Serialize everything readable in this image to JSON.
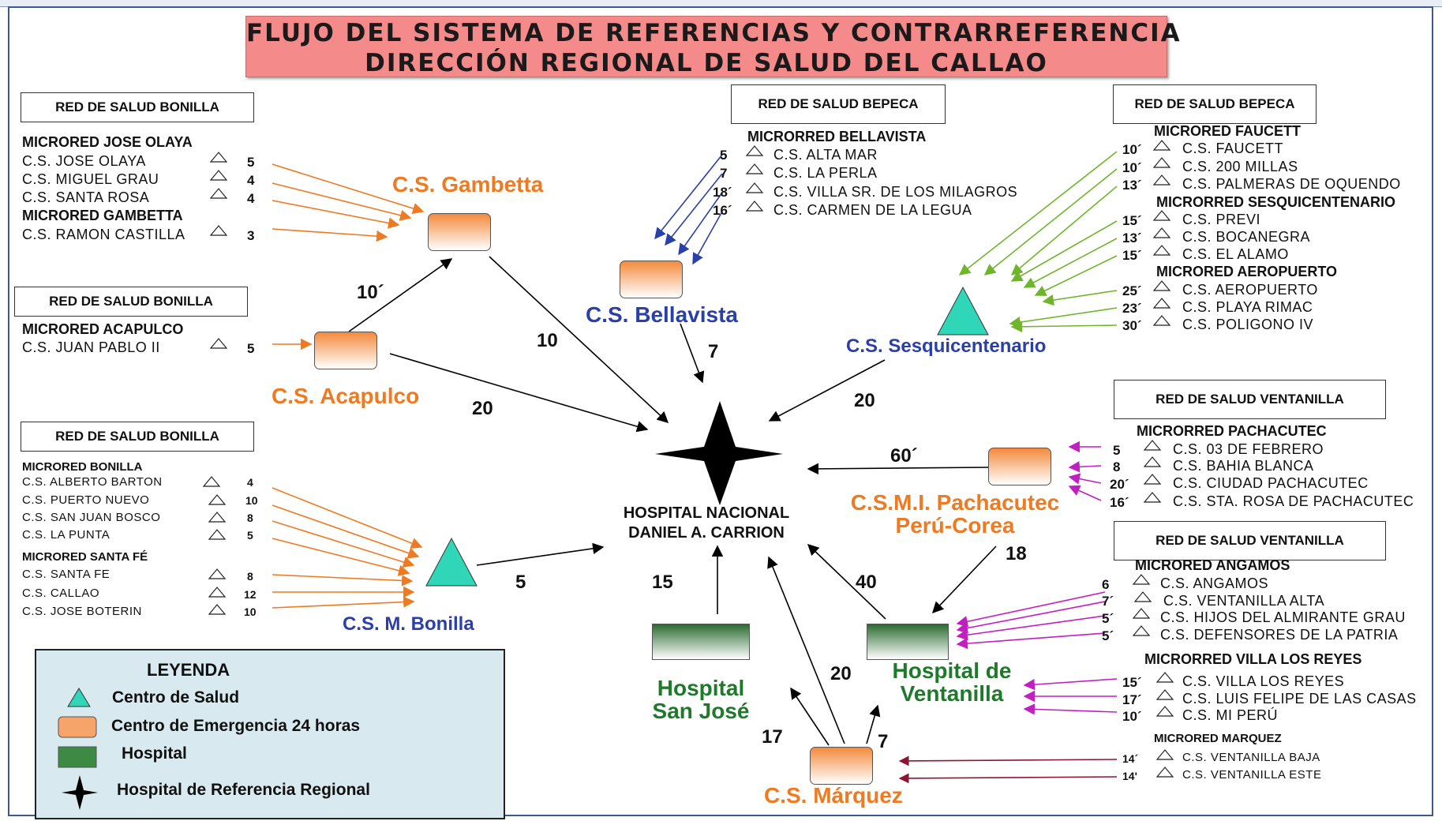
{
  "title": {
    "line1": "FLUJO DEL SISTEMA DE REFERENCIAS Y CONTRARREFERENCIA",
    "line2": "DIRECCIÓN REGIONAL DE SALUD DEL CALLAO"
  },
  "hub": {
    "line1": "HOSPITAL  NACIONAL",
    "line2": "DANIEL  A. CARRION"
  },
  "networks": [
    {
      "label": "RED DE SALUD BONILLA",
      "microredes": [
        {
          "name": "MICRORED JOSE OLAYA",
          "centers": [
            {
              "name": "C.S. JOSE OLAYA",
              "time": "5"
            },
            {
              "name": "C.S. MIGUEL GRAU",
              "time": "4"
            },
            {
              "name": "C.S. SANTA ROSA",
              "time": "4"
            }
          ]
        },
        {
          "name": "MICRORED GAMBETTA",
          "centers": [
            {
              "name": "C.S. RAMON CASTILLA",
              "time": "3"
            }
          ]
        }
      ]
    },
    {
      "label": "RED DE SALUD BONILLA",
      "microredes": [
        {
          "name": "MICRORED ACAPULCO",
          "centers": [
            {
              "name": "C.S. JUAN PABLO II",
              "time": "5"
            }
          ]
        }
      ]
    },
    {
      "label": "RED DE SALUD BONILLA",
      "microredes": [
        {
          "name": "MICRORED  BONILLA",
          "centers": [
            {
              "name": "C.S. ALBERTO BARTON",
              "time": "4"
            },
            {
              "name": "C.S. PUERTO NUEVO",
              "time": "10"
            },
            {
              "name": "C.S. SAN JUAN BOSCO",
              "time": "8"
            },
            {
              "name": "C.S. LA PUNTA",
              "time": "5"
            }
          ]
        },
        {
          "name": "MICRORED  SANTA FÉ",
          "centers": [
            {
              "name": "C.S. SANTA FE",
              "time": "8"
            },
            {
              "name": "C.S. CALLAO",
              "time": "12"
            },
            {
              "name": "C.S. JOSE BOTERIN",
              "time": "10"
            }
          ]
        }
      ]
    },
    {
      "label": "RED DE SALUD BEPECA",
      "microredes": [
        {
          "name": "MICRORRED BELLAVISTA",
          "centers": [
            {
              "name": "C.S. ALTA MAR",
              "time": "5"
            },
            {
              "name": "C.S. LA PERLA",
              "time": "7"
            },
            {
              "name": "C.S. VILLA SR. DE LOS MILAGROS",
              "time": "18´"
            },
            {
              "name": "C.S. CARMEN DE LA LEGUA",
              "time": "16´"
            }
          ]
        }
      ]
    },
    {
      "label": "RED DE SALUD BEPECA",
      "microredes": [
        {
          "name": "MICRORED FAUCETT",
          "centers": [
            {
              "name": "C.S. FAUCETT",
              "time": "10´"
            },
            {
              "name": "C.S. 200 MILLAS",
              "time": "10´"
            },
            {
              "name": "C.S. PALMERAS DE OQUENDO",
              "time": "13´"
            }
          ]
        },
        {
          "name": "MICRORRED SESQUICENTENARIO",
          "centers": [
            {
              "name": "C.S. PREVI",
              "time": "15´"
            },
            {
              "name": "C.S. BOCANEGRA",
              "time": "13´"
            },
            {
              "name": "C.S. EL ALAMO",
              "time": "15´"
            }
          ]
        },
        {
          "name": "MICRORED AEROPUERTO",
          "centers": [
            {
              "name": "C.S. AEROPUERTO",
              "time": "25´"
            },
            {
              "name": "C.S. PLAYA RIMAC",
              "time": "23´"
            },
            {
              "name": "C.S. POLIGONO IV",
              "time": "30´"
            }
          ]
        }
      ]
    },
    {
      "label": "RED DE SALUD VENTANILLA",
      "microredes": [
        {
          "name": "MICRORRED PACHACUTEC",
          "centers": [
            {
              "name": "C.S. 03 DE FEBRERO",
              "time": "5"
            },
            {
              "name": "C.S. BAHIA BLANCA",
              "time": "8"
            },
            {
              "name": "C.S. CIUDAD PACHACUTEC",
              "time": "20´"
            },
            {
              "name": "C.S. STA. ROSA DE PACHACUTEC",
              "time": "16´"
            }
          ]
        }
      ]
    },
    {
      "label": "RED DE SALUD VENTANILLA",
      "microredes": [
        {
          "name": "MICRORED ANGAMOS",
          "centers": [
            {
              "name": "C.S. ANGAMOS",
              "time": "6"
            },
            {
              "name": "C.S. VENTANILLA ALTA",
              "time": "7´"
            },
            {
              "name": "C.S. HIJOS DEL ALMIRANTE GRAU",
              "time": "5´"
            },
            {
              "name": "C.S. DEFENSORES DE LA PATRIA",
              "time": "5´"
            }
          ]
        },
        {
          "name": "MICRORRED VILLA LOS REYES",
          "centers": [
            {
              "name": "C.S. VILLA LOS REYES",
              "time": "15´"
            },
            {
              "name": "C.S. LUIS FELIPE DE LAS CASAS",
              "time": "17´"
            },
            {
              "name": "C.S. MI PERÚ",
              "time": "10´"
            }
          ]
        },
        {
          "name": "MICRORED  MARQUEZ",
          "centers": [
            {
              "name": "C.S. VENTANILLA BAJA",
              "time": "14´"
            },
            {
              "name": "C.S. VENTANILLA ESTE",
              "time": "14'"
            }
          ]
        }
      ]
    }
  ],
  "nodes": {
    "gambetta": "C.S. Gambetta",
    "acapulco": "C.S. Acapulco",
    "bellavista": "C.S. Bellavista",
    "sesquicentenario": "C.S. Sesquicentenario",
    "pachacutec_1": "C.S.M.I.  Pachacutec",
    "pachacutec_2": "Perú-Corea",
    "bonilla": "C.S. M. Bonilla",
    "hosp_ventanilla_1": "Hospital de",
    "hosp_ventanilla_2": "Ventanilla",
    "hosp_sanjose_1": "Hospital",
    "hosp_sanjose_2": "San José",
    "marquez": "C.S. Márquez"
  },
  "transfer_times": {
    "acapulco_gambetta": "10´",
    "gambetta_hub": "10",
    "acapulco_hub": "20",
    "bellavista_hub": "7",
    "sesqui_hub": "20",
    "pachacutec_hub": "60´",
    "pachacutec_ventanilla": "18",
    "bonilla_hub": "5",
    "sanjose_hub": "15",
    "ventanilla_hub": "40",
    "marquez_hub": "20",
    "marquez_sanjose": "17",
    "marquez_ventanilla": "7"
  },
  "legend": {
    "title": "LEYENDA",
    "centro_salud": "Centro de Salud",
    "emergencia": "Centro de Emergencia 24 horas",
    "hospital": "Hospital",
    "referencia": "Hospital de Referencia Regional"
  },
  "colors": {
    "title_bg": "#f58a8a",
    "orange_arrow": "#ee7a22",
    "blue_arrow": "#2b3fa8",
    "green_arrow": "#6fb52c",
    "magenta_arrow": "#c21fc2",
    "maroon_arrow": "#8c1535",
    "triangle_fill": "#2fd6b8",
    "legend_bg": "#d8eaf0"
  }
}
